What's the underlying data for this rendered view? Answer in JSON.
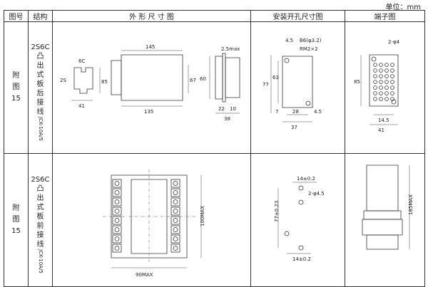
{
  "unit_label": "单位：mm",
  "headers": {
    "fig": "图号",
    "struct": "结构",
    "outline": "外 形 尺 寸 图",
    "mount": "安装开孔尺寸图",
    "term": "端子图"
  },
  "rows": [
    {
      "fig": [
        "附",
        "图",
        "15"
      ],
      "struct_code": "2S6C",
      "struct_chars": [
        "凸",
        "出",
        "式",
        "板",
        "后",
        "接",
        "线"
      ],
      "model": "JCK-10A/5",
      "outline": {
        "d1": "6C",
        "d2": "2S",
        "d3": "85",
        "d4": "41",
        "d5": "145",
        "d6": "67",
        "d7": "135",
        "d8": "2.5max",
        "d9": "60",
        "d10": "22",
        "d11": "10",
        "d12": "38"
      },
      "mount": {
        "d1": "4.5",
        "d2": "B6(φ3.2)",
        "d3": "RM2×2",
        "d4": "77",
        "d5": "63",
        "d6": "7",
        "d7": "28",
        "d8": "4.5",
        "d9": "37"
      },
      "term": {
        "d1": "2-φ4",
        "d2": "85",
        "d3": "14.5",
        "d4": "41"
      }
    },
    {
      "fig": [
        "附",
        "图",
        "15"
      ],
      "struct_code": "2S6C",
      "struct_chars": [
        "凸",
        "出",
        "式",
        "板",
        "前",
        "接",
        "线"
      ],
      "model": "JCK-10A/5",
      "outline": {
        "d1": "100MAX",
        "d2": "90MAX"
      },
      "mount": {
        "d1": "14±0.2",
        "d2": "2-φ4.5",
        "d3": "77±0.23",
        "d4": "14±0.2"
      },
      "term": {
        "d1": "185MAX"
      }
    }
  ]
}
